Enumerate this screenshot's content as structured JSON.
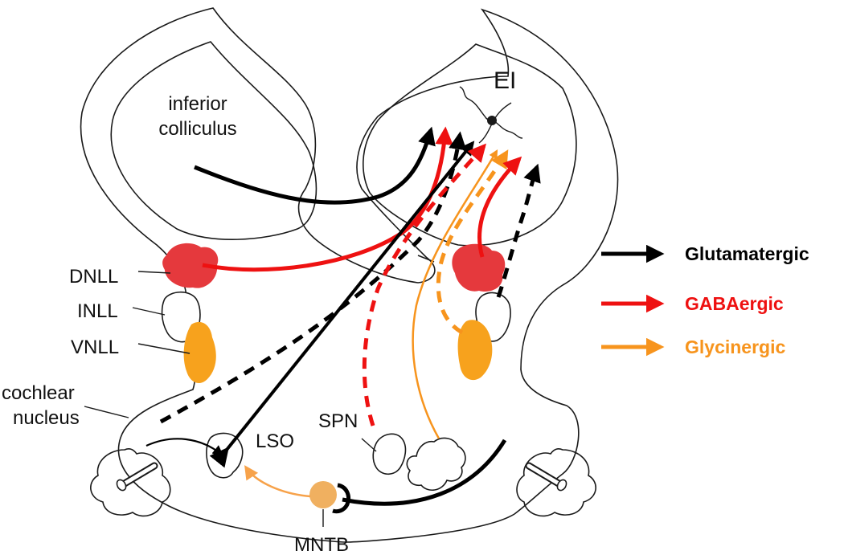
{
  "labels": {
    "ei": "EI",
    "inferior_colliculus_line1": "inferior",
    "inferior_colliculus_line2": "colliculus",
    "dnll": "DNLL",
    "inll": "INLL",
    "vnll": "VNLL",
    "cochlear_nucleus_line1": "cochlear",
    "cochlear_nucleus_line2": "nucleus",
    "lso": "LSO",
    "spn": "SPN",
    "mntb": "MNTB"
  },
  "legend": [
    {
      "label": "Glutamatergic",
      "color": "#000000"
    },
    {
      "label": "GABAergic",
      "color": "#ee1111"
    },
    {
      "label": "Glycinergic",
      "color": "#f7941d"
    }
  ],
  "colors": {
    "glutamatergic": "#000000",
    "gabaergic": "#ee1111",
    "glycinergic": "#f7941d",
    "dnll_fill": "#e5393d",
    "vnll_fill": "#f7a21d",
    "mntb_fill": "#f0b060",
    "outline": "#1a1a1a"
  }
}
